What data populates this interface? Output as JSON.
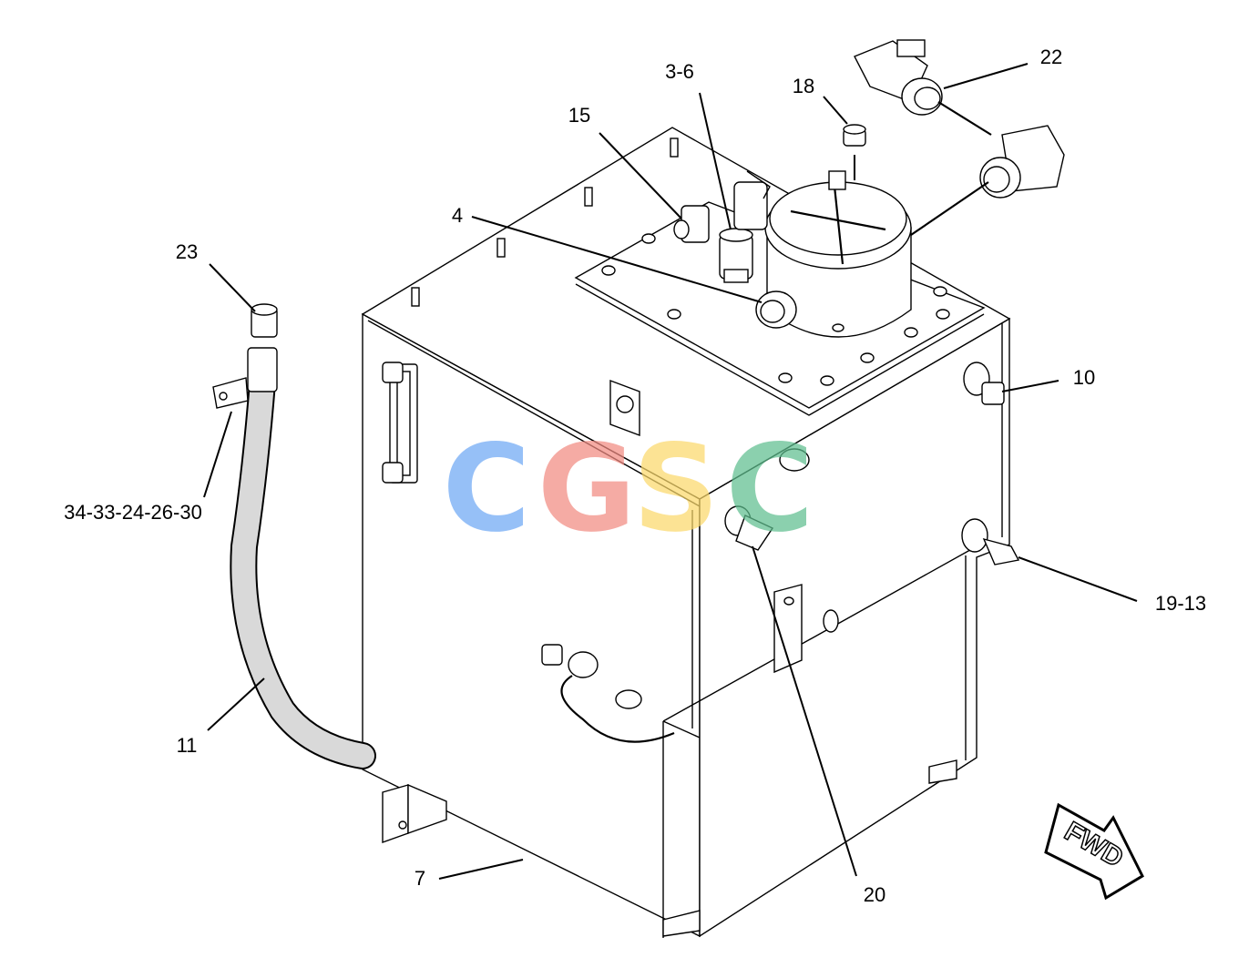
{
  "diagram": {
    "callouts": [
      "22",
      "3-6",
      "18",
      "15",
      "4",
      "23",
      "10",
      "34-33-24-26-30",
      "19-13",
      "11",
      "20",
      "7"
    ],
    "direction_arrow": "FWD",
    "watermark": [
      "C",
      "G",
      "S",
      "C"
    ],
    "colors": {
      "line": "#000000",
      "background": "#ffffff",
      "wm_c1": "#6fa8f5",
      "wm_g": "#f28b82",
      "wm_s": "#fbd96b",
      "wm_c2": "#5fbf8f"
    }
  }
}
